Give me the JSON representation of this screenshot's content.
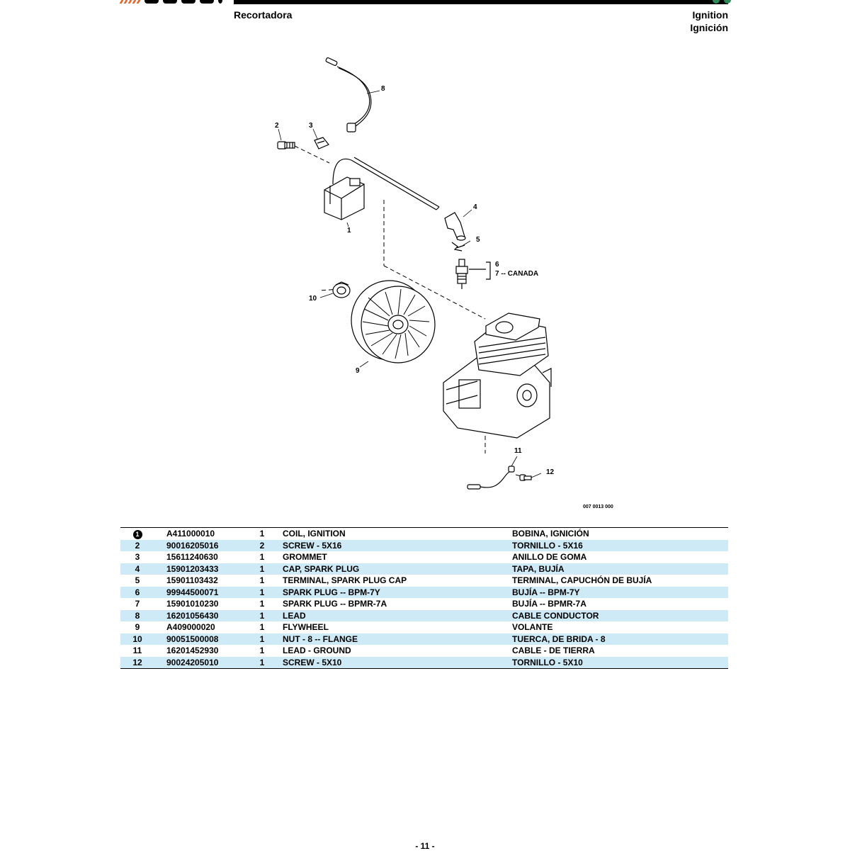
{
  "header": {
    "left_title": "Recortadora",
    "right_title_en": "Ignition",
    "right_title_es": "Ignición"
  },
  "diagram": {
    "callouts": [
      "1",
      "2",
      "3",
      "4",
      "5",
      "6",
      "7 -- CANADA",
      "8",
      "9",
      "10",
      "11",
      "12"
    ],
    "reference_code": "007 0013 000"
  },
  "parts": [
    {
      "no": "1",
      "part": "A411000010",
      "qty": "1",
      "en": "COIL, IGNITION",
      "es": "BOBINA, IGNICIÓN",
      "highlight": true
    },
    {
      "no": "2",
      "part": "90016205016",
      "qty": "2",
      "en": "SCREW - 5X16",
      "es": "TORNILLO - 5X16"
    },
    {
      "no": "3",
      "part": "15611240630",
      "qty": "1",
      "en": "GROMMET",
      "es": "ANILLO DE GOMA"
    },
    {
      "no": "4",
      "part": "15901203433",
      "qty": "1",
      "en": "CAP, SPARK PLUG",
      "es": "TAPA, BUJÍA"
    },
    {
      "no": "5",
      "part": "15901103432",
      "qty": "1",
      "en": "TERMINAL, SPARK PLUG CAP",
      "es": "TERMINAL, CAPUCHÓN DE BUJÍA"
    },
    {
      "no": "6",
      "part": "99944500071",
      "qty": "1",
      "en": "SPARK PLUG -- BPM-7Y",
      "es": "BUJÍA -- BPM-7Y"
    },
    {
      "no": "7",
      "part": "15901010230",
      "qty": "1",
      "en": "SPARK PLUG -- BPMR-7A",
      "es": "BUJÍA -- BPMR-7A"
    },
    {
      "no": "8",
      "part": "16201056430",
      "qty": "1",
      "en": "LEAD",
      "es": "CABLE CONDUCTOR"
    },
    {
      "no": "9",
      "part": "A409000020",
      "qty": "1",
      "en": "FLYWHEEL",
      "es": "VOLANTE"
    },
    {
      "no": "10",
      "part": "90051500008",
      "qty": "1",
      "en": "NUT - 8 -- FLANGE",
      "es": "TUERCA, DE BRIDA - 8"
    },
    {
      "no": "11",
      "part": "16201452930",
      "qty": "1",
      "en": "LEAD - GROUND",
      "es": "CABLE - DE TIERRA"
    },
    {
      "no": "12",
      "part": "90024205010",
      "qty": "1",
      "en": "SCREW - 5X10",
      "es": "TORNILLO - 5X10"
    }
  ],
  "footer": {
    "page_number": "- 11 -"
  },
  "colors": {
    "row_alt": "#cfeaf7",
    "brand_orange": "#e8642a",
    "brand_green": "#2e8b57"
  }
}
